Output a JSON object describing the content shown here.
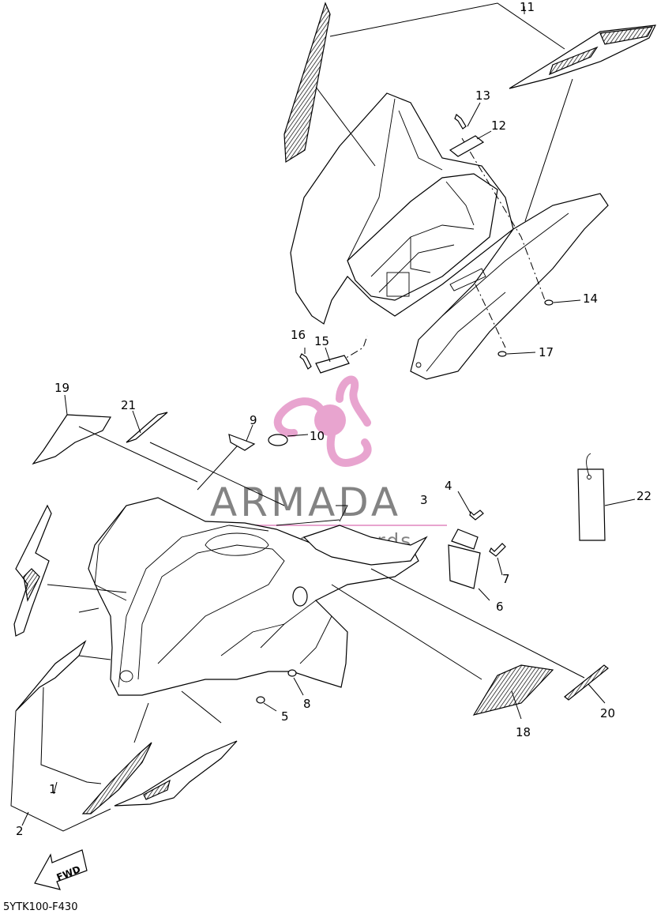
{
  "diagram": {
    "drawing_code": "5YTK100-F430",
    "fwd_label": "FWD",
    "callouts": [
      {
        "num": "1"
      },
      {
        "num": "2"
      },
      {
        "num": "3"
      },
      {
        "num": "4"
      },
      {
        "num": "5"
      },
      {
        "num": "6"
      },
      {
        "num": "7"
      },
      {
        "num": "8"
      },
      {
        "num": "9"
      },
      {
        "num": "10"
      },
      {
        "num": "11"
      },
      {
        "num": "12"
      },
      {
        "num": "13"
      },
      {
        "num": "14"
      },
      {
        "num": "15"
      },
      {
        "num": "16"
      },
      {
        "num": "17"
      },
      {
        "num": "18"
      },
      {
        "num": "19"
      },
      {
        "num": "20"
      },
      {
        "num": "21"
      },
      {
        "num": "22"
      }
    ]
  },
  "watermark": {
    "brand": "ARMADA",
    "tagline": "marine outboards",
    "accent_color": "#e8a4cf",
    "text_color": "#6e6e6e"
  }
}
